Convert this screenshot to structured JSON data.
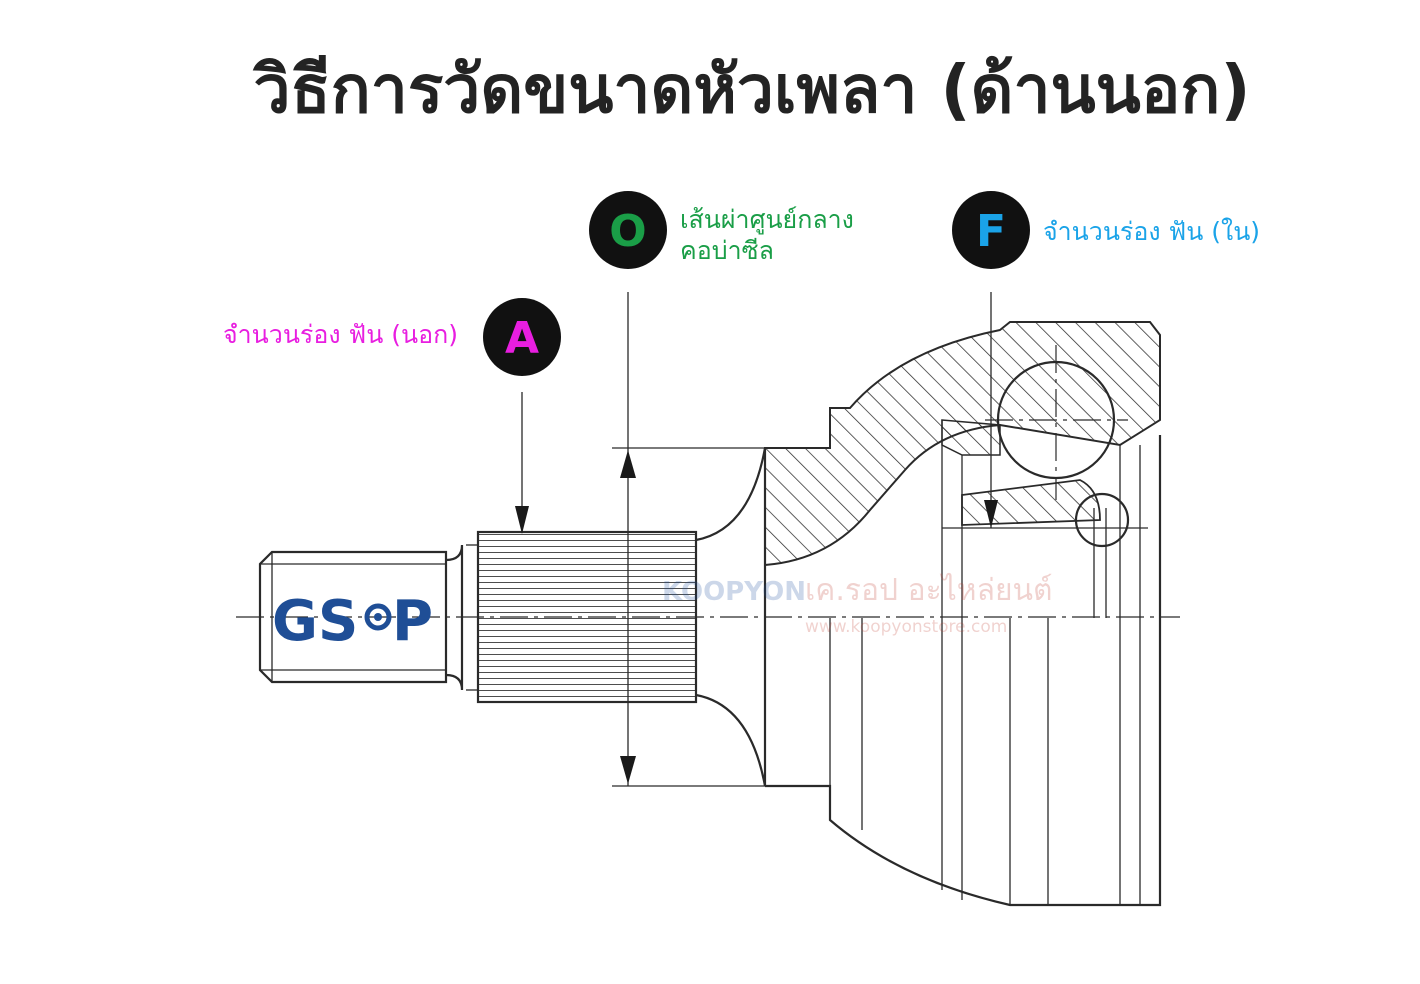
{
  "title": "วิธีการวัดขนาดหัวเพลา (ด้านนอก)",
  "markers": {
    "O": {
      "letter": "O",
      "text_line1": "เส้นผ่าศูนย์กลาง",
      "text_line2": "คอบ่าซีล",
      "color": "#1a9e47"
    },
    "F": {
      "letter": "F",
      "text": "จำนวนร่อง ฟัน (ใน)",
      "color": "#1aa3e8"
    },
    "A": {
      "letter": "A",
      "text": "จำนวนร่อง ฟัน (นอก)",
      "color": "#e81ee0"
    }
  },
  "logo": {
    "brand_left": "GS",
    "brand_right": "P",
    "color": "#1f4e96"
  },
  "watermark": {
    "brand": "KOOPYON",
    "name": "เค.รอป อะไหล่ยนต์",
    "url": "www.koopyonstore.com"
  }
}
